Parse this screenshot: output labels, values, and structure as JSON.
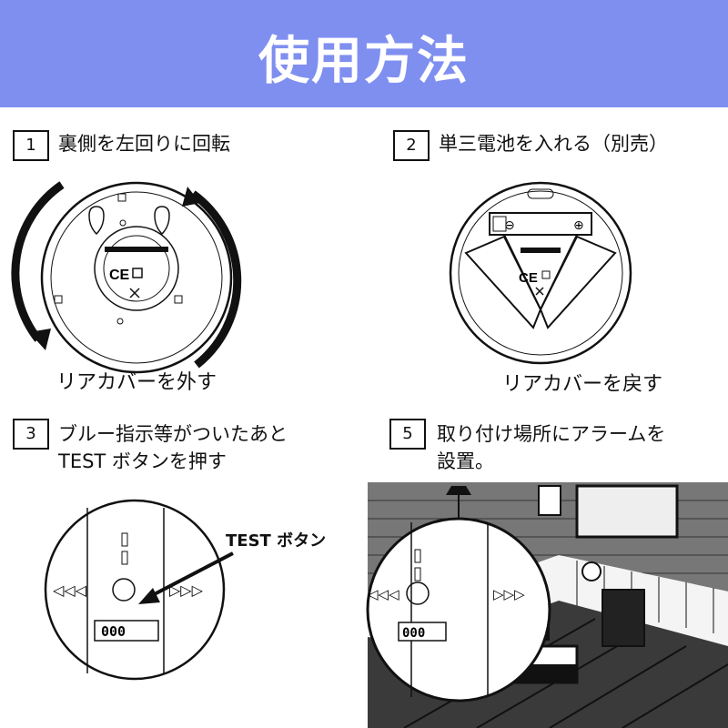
{
  "header": {
    "title": "使用方法"
  },
  "steps": [
    {
      "number": "1",
      "text": "裏側を左回りに回転",
      "caption": "リアカバーを外す"
    },
    {
      "number": "2",
      "text": "単三電池を入れる（別売）",
      "caption": "リアカバーを戻す"
    },
    {
      "number": "3",
      "text_line1": "ブルー指示等がついたあと",
      "text_line2": "TEST ボタンを押す"
    },
    {
      "number": "5",
      "text_line1": "取り付け場所にアラームを",
      "text_line2": "設置。"
    }
  ],
  "device": {
    "ce_mark": "CE",
    "display_value": "000",
    "test_button_label": "TEST ボタン",
    "arrows_left": "◁◁◁",
    "arrows_right": "▷▷▷"
  },
  "colors": {
    "header_bg": "#7f8ff0",
    "ink": "#111111"
  }
}
